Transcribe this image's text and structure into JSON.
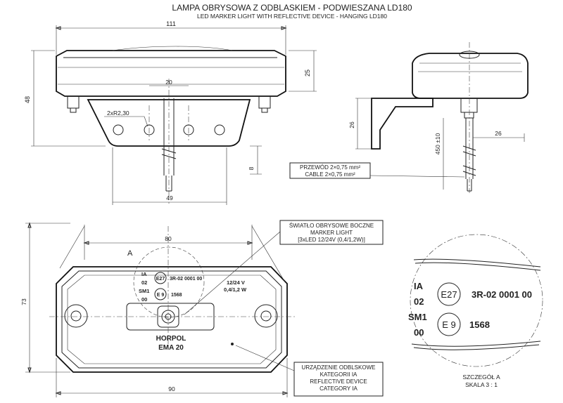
{
  "title": {
    "line1": "LAMPA OBRYSOWA Z ODBLASKIEM - PODWIESZANA LD180",
    "line2": "LED MARKER LIGHT WITH REFLECTIVE DEVICE - HANGING LD180"
  },
  "dimensions": {
    "overall_width": "111",
    "top_height": "25",
    "total_height": "48",
    "hole_spacing": "20",
    "hole_radius": "2xR2,30",
    "bracket_gap": "8",
    "bracket_width": "49",
    "side_bracket": "26",
    "side_offset": "26",
    "cable_length": "450 ±10",
    "front_inner_width": "80",
    "front_height": "73",
    "front_width": "90"
  },
  "callouts": {
    "wire_pl": "PRZEWÓD 2×0,75 mm²",
    "wire_en": "CABLE 2×0,75 mm²",
    "light_pl": "ŚWIATŁO OBRYSOWE BOCZNE",
    "light_en": "MARKER LIGHT",
    "light_spec": "[3xLED 12/24V (0,4/1,2W)]",
    "reflector_pl1": "URZĄDZENIE ODBLSKOWE",
    "reflector_pl2": "KATEGORII IA",
    "reflector_en1": "REFLECTIVE DEVICE",
    "reflector_en2": "CATEGORY IA",
    "detail_ref": "A"
  },
  "markings": {
    "class_ia": "IA",
    "code_02": "02",
    "sm1": "SM1",
    "code_00": "00",
    "e27": "E27",
    "approval_1": "3R-02 0001 00",
    "e9": "E 9",
    "approval_2": "1568",
    "voltage": "12/24 V",
    "power": "0,4/1,2 W",
    "brand": "HORPOL",
    "model": "EMA 20"
  },
  "detail": {
    "label": "SZCZEGÓŁ A",
    "scale": "SKALA 3 : 1"
  }
}
